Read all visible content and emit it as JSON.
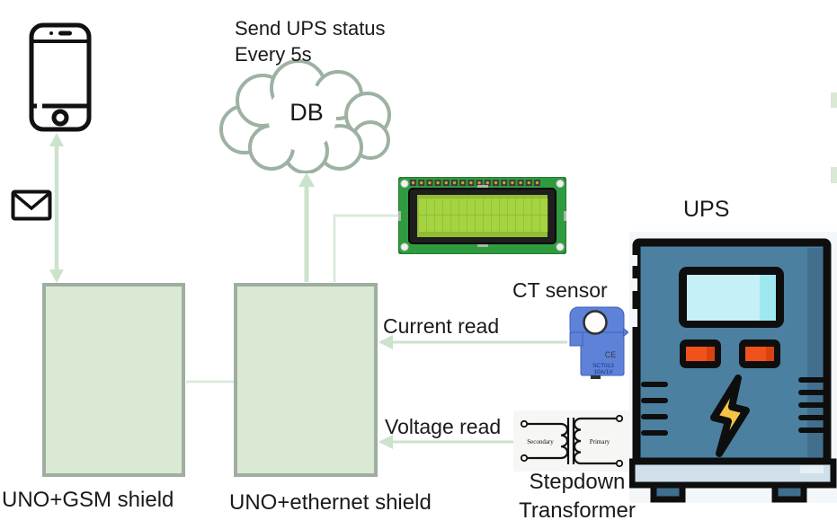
{
  "annotations": {
    "send_status": {
      "line1": "Send UPS status",
      "line2": "Every 5s"
    },
    "current_read": "Current read",
    "voltage_read": "Voltage read"
  },
  "cloud": {
    "label": "DB"
  },
  "nodes": {
    "gsm_box": {
      "label": "UNO+GSM shield"
    },
    "ethernet_box": {
      "label": "UNO+ethernet shield"
    },
    "ups": {
      "label": "UPS"
    },
    "ct_sensor": {
      "label": "CT sensor",
      "ce_mark": "CE",
      "model": "SCT013",
      "rating": "10A/1V"
    },
    "transformer": {
      "label_line1": "Stepdown",
      "label_line2": "Transformer",
      "secondary": "Secondary",
      "primary": "Primary"
    }
  },
  "colors": {
    "box_fill": "#d9e9d3",
    "box_border": "#9fae9f",
    "arrow_green": "#cbe3cb",
    "faint_line": "#dcebdc",
    "cloud_stroke": "#9db2a2",
    "lcd_pcb": "#2f9b3f",
    "lcd_screen": "#8fbe33",
    "ct_blue": "#5d82d8",
    "ups_body": "#4b80a1",
    "ups_screen": "#c6f0f7",
    "ups_button": "#f1511b",
    "bolt_yellow": "#f6c445"
  }
}
